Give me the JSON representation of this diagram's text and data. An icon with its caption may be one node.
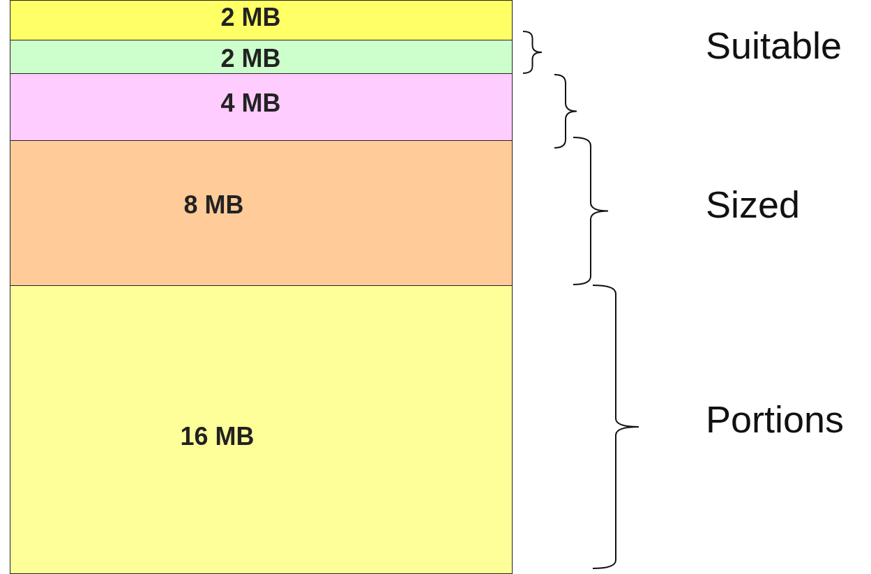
{
  "diagram": {
    "nodes": [
      {
        "text": [
          "2 MB"
        ]
      },
      {
        "text": [
          "2 MB"
        ]
      },
      {
        "text": [
          "4 MB"
        ]
      },
      {
        "text": [
          "8 MB"
        ]
      },
      {
        "text": [
          "16 MB"
        ]
      }
    ],
    "labels": [
      "Suitable",
      "Sized",
      "Portions"
    ]
  }
}
